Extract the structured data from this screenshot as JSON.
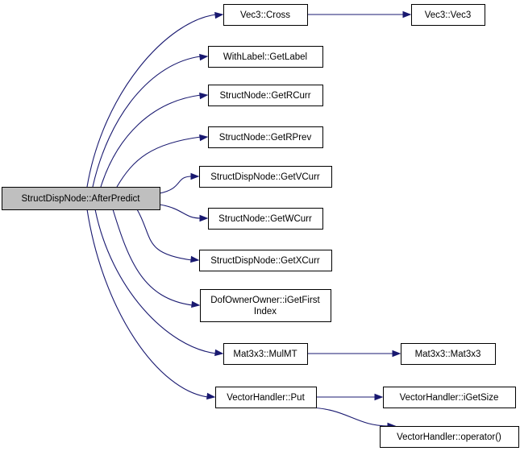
{
  "graph": {
    "nodes": {
      "after_predict": "StructDispNode::AfterPredict",
      "vec3_cross": "Vec3::Cross",
      "vec3_vec3": "Vec3::Vec3",
      "withlabel_getlabel": "WithLabel::GetLabel",
      "structnode_getrcurr": "StructNode::GetRCurr",
      "structnode_getrprev": "StructNode::GetRPrev",
      "structdispnode_getvcurr": "StructDispNode::GetVCurr",
      "structnode_getwcurr": "StructNode::GetWCurr",
      "structdispnode_getxcurr": "StructDispNode::GetXCurr",
      "dofownerowner_igetfirstindex": [
        "DofOwnerOwner::iGetFirst",
        "Index"
      ],
      "mat3x3_mulmt": "Mat3x3::MulMT",
      "mat3x3_mat3x3": "Mat3x3::Mat3x3",
      "vectorhandler_put": "VectorHandler::Put",
      "vectorhandler_igetsize": "VectorHandler::iGetSize",
      "vectorhandler_operator": "VectorHandler::operator()"
    },
    "edges": [
      [
        "after_predict",
        "vec3_cross"
      ],
      [
        "vec3_cross",
        "vec3_vec3"
      ],
      [
        "after_predict",
        "withlabel_getlabel"
      ],
      [
        "after_predict",
        "structnode_getrcurr"
      ],
      [
        "after_predict",
        "structnode_getrprev"
      ],
      [
        "after_predict",
        "structdispnode_getvcurr"
      ],
      [
        "after_predict",
        "structnode_getwcurr"
      ],
      [
        "after_predict",
        "structdispnode_getxcurr"
      ],
      [
        "after_predict",
        "dofownerowner_igetfirstindex"
      ],
      [
        "after_predict",
        "mat3x3_mulmt"
      ],
      [
        "mat3x3_mulmt",
        "mat3x3_mat3x3"
      ],
      [
        "after_predict",
        "vectorhandler_put"
      ],
      [
        "vectorhandler_put",
        "vectorhandler_igetsize"
      ],
      [
        "vectorhandler_put",
        "vectorhandler_operator"
      ]
    ],
    "colors": {
      "edge": "#191970",
      "root_fill": "#bfbfbf",
      "node_fill": "#ffffff",
      "node_stroke": "#000000"
    }
  }
}
